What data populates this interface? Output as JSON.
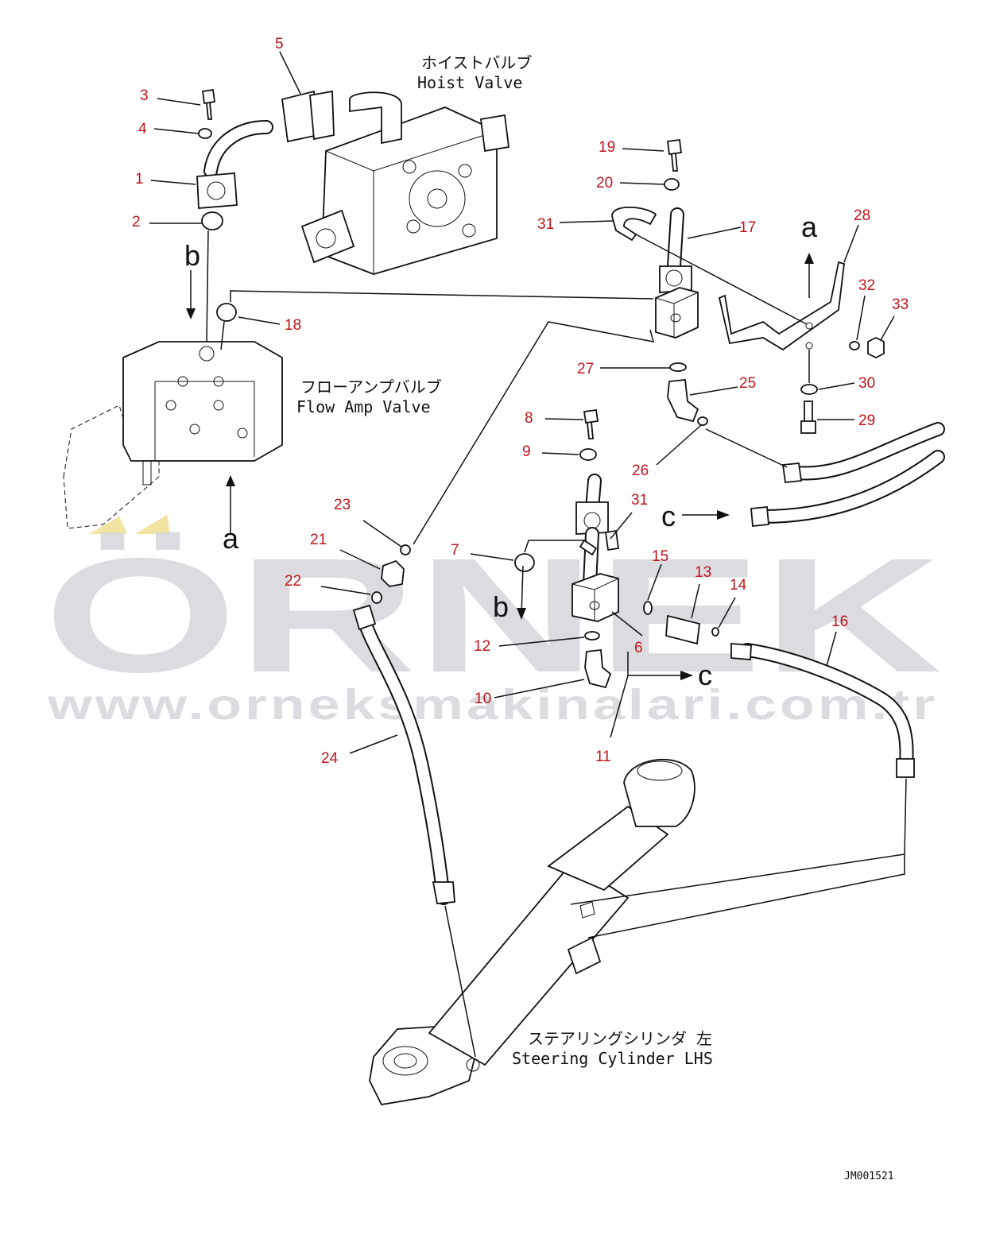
{
  "watermark": {
    "brand": "ÖRNEK",
    "url": "www.orneksmakinalari.com.tr"
  },
  "labels": {
    "hoist_jp": "ホイストバルブ",
    "hoist_en": "Hoist Valve",
    "flow_jp": "フローアンプバルブ",
    "flow_en": "Flow Amp Valve",
    "steer_jp": "ステアリングシリンダ 左",
    "steer_en": "Steering Cylinder LHS"
  },
  "arrow_letters": {
    "a": "a",
    "b": "b",
    "c": "c"
  },
  "drawing_id": "JM001521",
  "callouts": {
    "n1": "1",
    "n2": "2",
    "n3": "3",
    "n4": "4",
    "n5": "5",
    "n6": "6",
    "n7": "7",
    "n8": "8",
    "n9": "9",
    "n10": "10",
    "n11": "11",
    "n12": "12",
    "n13": "13",
    "n14": "14",
    "n15": "15",
    "n16": "16",
    "n17": "17",
    "n18": "18",
    "n19": "19",
    "n20": "20",
    "n21": "21",
    "n22": "22",
    "n23": "23",
    "n24": "24",
    "n25": "25",
    "n26": "26",
    "n27": "27",
    "n28": "28",
    "n29": "29",
    "n30": "30",
    "n31": "31",
    "n32": "32",
    "n33": "33"
  },
  "colors": {
    "callout": "#c0141c",
    "watermark": "#d6d5da",
    "watermark_accent": "#f2e3a0"
  }
}
